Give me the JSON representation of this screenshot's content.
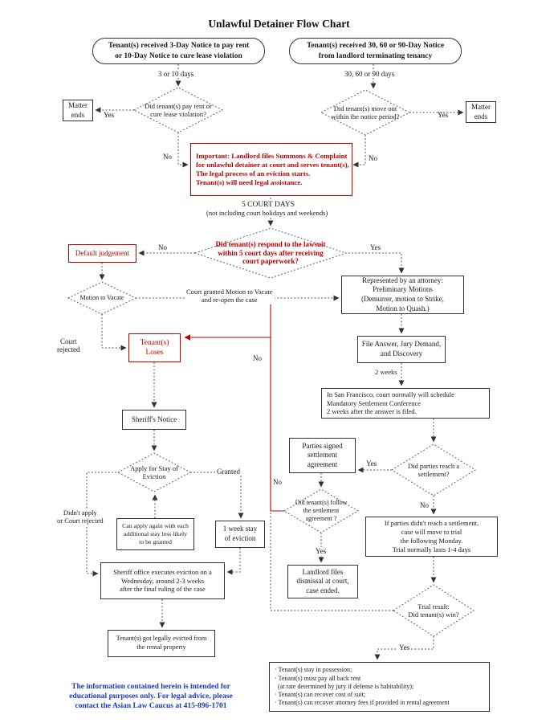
{
  "title": "Unlawful Detainer Flow Chart",
  "colors": {
    "accent_red": "#c00000",
    "accent_blue": "#1c39bb"
  },
  "nodes": {
    "notice_cure": "Tenant(s) received 3-Day Notice to pay rent\nor 10-Day Notice to cure lease violation",
    "notice_terminate": "Tenant(s) received 30, 60 or 90-Day Notice\nfrom landlord terminating tenancy",
    "matter_ends_left": "Matter\nends",
    "matter_ends_right": "Matter\nends",
    "summons": "Important: Landlord files Summons & Complaint\nfor unlawful detainer at court and serves tenant(s),\nThe legal process of an eviction starts.\nTenant(s) will need legal assistance.",
    "default_judgement": "Default judgement",
    "attorney": "Represented by an attorney:\nPreliminary Motions\n(Demurrer, motion to Strike,\nMotion to Quash.)",
    "tenant_loses": "Tenant(s)\nLoses",
    "file_answer": "File Answer, Jury Demand,\nand Discovery",
    "sf_conference": "In San Francisco, court normally will schedule\nMandatory Settlement Conference\n2 weeks after the answer is filed.",
    "sheriffs_notice": "Sheriff's Notice",
    "parties_signed": "Parties signed\nsettlement\nagreement",
    "no_settlement_trial": "If parties didn't reach a settlement,\ncase will move to trial\nthe following Monday.\nTrial normally lasts 1-4 days",
    "can_apply_again": "Can apply again with each\nadditional stay less likely\nto be granted",
    "one_week_stay": "1 week stay\nof eviction",
    "sheriff_executes": "Sheriff office executes eviction on a\nWednesday, around 2-3 weeks\nafter the final ruling of the case",
    "dismissal": "Landlord files\ndismissal at court,\ncase ended.",
    "evicted": "Tenant(s) got legally evicted from\nthe rental property",
    "tenant_wins_outcomes": "· Tenant(s) stay in possession;\n· Tenant(s) must pay all back rent\n  (at rate determined by jury if defense is habitability);\n· Tenant(s) can recover cost of suit;\n· Tenant(s) can recover attorney fees if provided in rental agreement"
  },
  "decisions": {
    "paid_or_cured": "Did tenant(s) pay rent or\ncure lease violation?",
    "moved_out": "Did tenant(s) move out\nwithin the notice period?",
    "responded": "Did tenant(s) respond to the lawsuit\nwithin 5 court days after receiving\ncourt paperwork?",
    "motion_to_vacate": "Motion to Vacate",
    "reach_settlement": "Did parties reach a\nsettlement?",
    "follow_settlement": "Did tenant(s) follow\nthe settlement\nagreement ?",
    "apply_stay": "Apply for Stay of\nEviction",
    "trial_result": "Trial result:\nDid tenant(s) win?"
  },
  "labels": {
    "days_3_10": "3 or 10 days",
    "days_30_60_90": "30, 60 or 90 days",
    "yes_pay": "Yes",
    "yes_move": "Yes",
    "no_pay": "No",
    "no_move": "No",
    "court_days": "5 COURT DAYS",
    "court_days_note": "(not including court holidays and weekends)",
    "no_respond": "No",
    "yes_respond": "Yes",
    "granted_motion": "Court granted Motion to Vacate\nand re-open the case",
    "court_rejected": "Court\nrejected",
    "no_center_upper": "No",
    "no_center_lower": "No",
    "two_weeks": "2 weeks",
    "yes_settlement": "Yes",
    "no_settlement": "No",
    "granted": "Granted",
    "yes_follow": "Yes",
    "didnt_apply": "Didn't apply\nor Court rejected",
    "yes_trial": "Yes"
  },
  "disclaimer": "The information contained herein is intended for\neducational purposes only. For legal advice, please\ncontact the Asian Law Caucus at 415-896-1701"
}
